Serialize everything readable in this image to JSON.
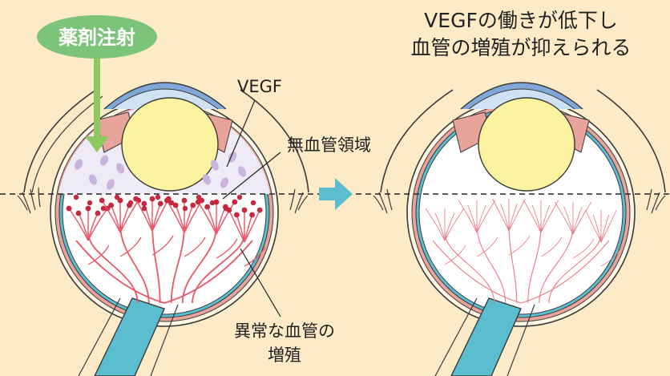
{
  "badge": {
    "label": "薬剤注射"
  },
  "labels": {
    "vegf": "VEGF",
    "avascular_area": "無血管領域",
    "abnormal_vessels_line1": "異常な血管の",
    "abnormal_vessels_line2": "増殖",
    "result_line1": "VEGFの働きが低下し",
    "result_line2": "血管の増殖が抑えられる"
  },
  "colors": {
    "background": "#fdebc8",
    "badge_fill": "#7cc47a",
    "arrow_injection": "#8dc860",
    "arrow_transition": "#5bbdd0",
    "lens": "#fbf3a0",
    "vegf_dots": "#c9b4e0",
    "abnormal_vessels": "#e8586a",
    "vessel_dots": "#c8283e",
    "normal_vessels": "#ec7a86",
    "optic_nerve": "#5bbdd0",
    "cornea": "#7fa8d8"
  }
}
